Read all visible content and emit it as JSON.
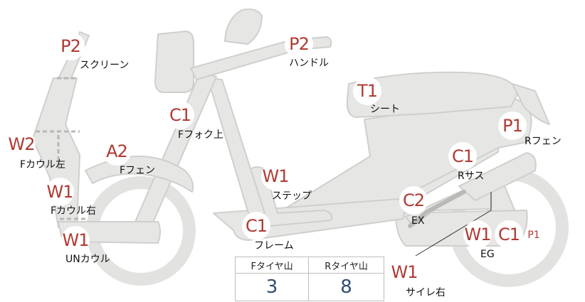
{
  "colors": {
    "part_fill": "#e6e6e4",
    "part_stroke": "#cfcfcd",
    "badge_text": "#b03a33",
    "value_text": "#2f4e73"
  },
  "parts": [
    {
      "id": "screen",
      "code": "P2",
      "label": "スクリーン"
    },
    {
      "id": "handle",
      "code": "P2",
      "label": "ハンドル"
    },
    {
      "id": "seat",
      "code": "T1",
      "label": "シート"
    },
    {
      "id": "f-fork-upper",
      "code": "C1",
      "label": "Fフォク上"
    },
    {
      "id": "r-fender",
      "code": "P1",
      "label": "Rフェン"
    },
    {
      "id": "f-cowl-left",
      "code": "W2",
      "label": "Fカウル左"
    },
    {
      "id": "f-fender",
      "code": "A2",
      "label": "Fフェン"
    },
    {
      "id": "r-sus",
      "code": "C1",
      "label": "Rサス"
    },
    {
      "id": "step",
      "code": "W1",
      "label": "ステップ"
    },
    {
      "id": "f-cowl-right",
      "code": "W1",
      "label": "Fカウル右"
    },
    {
      "id": "ex",
      "code": "C2",
      "label": "EX"
    },
    {
      "id": "frame",
      "code": "C1",
      "label": "フレーム"
    },
    {
      "id": "un-cowl",
      "code": "W1",
      "label": "UNカウル"
    },
    {
      "id": "eg-w",
      "code": "W1",
      "label": "EG"
    },
    {
      "id": "eg-c",
      "code": "C1",
      "label": ""
    },
    {
      "id": "eg-p",
      "code": "P1",
      "label": ""
    },
    {
      "id": "side-right",
      "code": "W1",
      "label": "サイレ右"
    }
  ],
  "tire_table": {
    "headers": [
      "Fタイヤ山",
      "Rタイヤ山"
    ],
    "values": [
      "3",
      "8"
    ]
  }
}
